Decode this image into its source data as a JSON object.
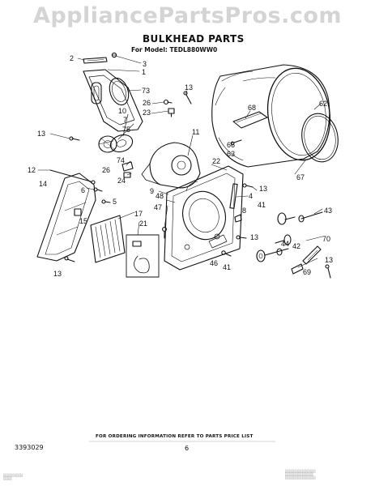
{
  "watermark": "AppliancePartsPros.com",
  "title": "BULKHEAD PARTS",
  "subtitle": "For Model: TEDL880WW0",
  "callouts": [
    "2",
    "3",
    "1",
    "73",
    "13",
    "26",
    "23",
    "10",
    "7",
    "75",
    "13",
    "11",
    "62",
    "68",
    "66",
    "63",
    "22",
    "67",
    "12",
    "14",
    "74",
    "26",
    "24",
    "6",
    "5",
    "9",
    "48",
    "4",
    "13",
    "8",
    "41",
    "43",
    "17",
    "21",
    "47",
    "15",
    "13",
    "44",
    "42",
    "70",
    "46",
    "41",
    "13",
    "69",
    "13"
  ],
  "footer": {
    "ordering_note": "FOR ORDERING INFORMATION REFER TO PARTS PRICE LIST",
    "doc_number": "3393029",
    "page_number": "6"
  }
}
